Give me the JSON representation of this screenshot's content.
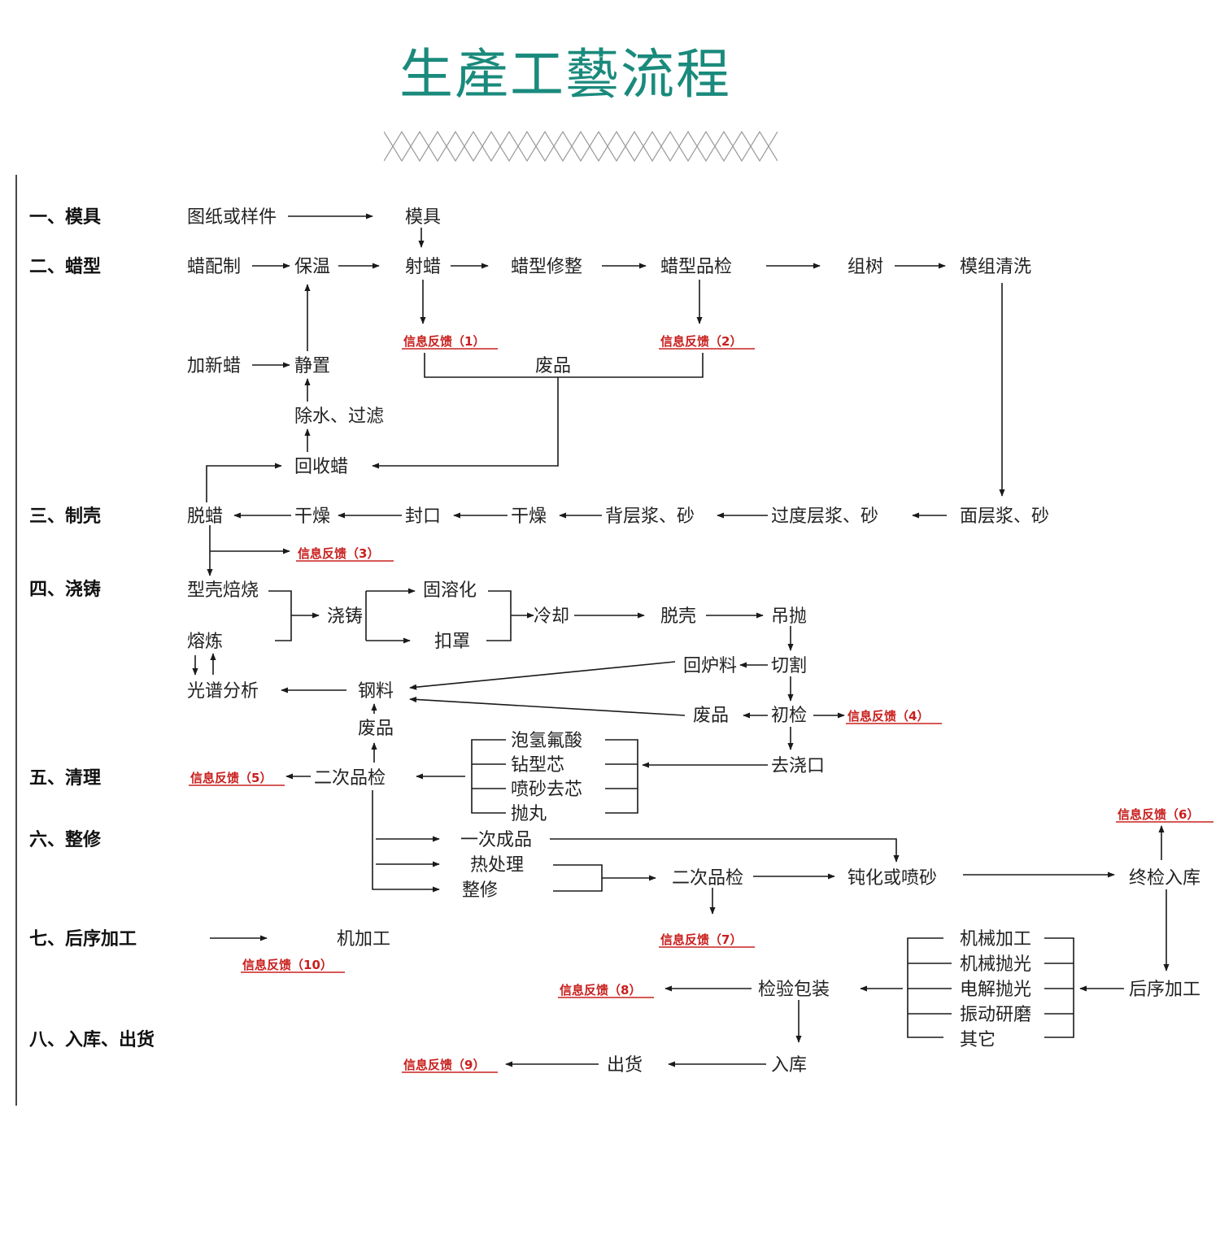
{
  "title": "生產工藝流程",
  "colors": {
    "title": "#1a8a7c",
    "feedback": "#c8201e",
    "line": "#1a1a1a",
    "text": "#222222"
  },
  "sections": [
    {
      "id": "s1",
      "label": "一、模具"
    },
    {
      "id": "s2",
      "label": "二、蜡型"
    },
    {
      "id": "s3",
      "label": "三、制壳"
    },
    {
      "id": "s4",
      "label": "四、浇铸"
    },
    {
      "id": "s5",
      "label": "五、清理"
    },
    {
      "id": "s6",
      "label": "六、整修"
    },
    {
      "id": "s7",
      "label": "七、后序加工"
    },
    {
      "id": "s8",
      "label": "八、入库、出货"
    }
  ],
  "nodes": [
    {
      "id": "drawing",
      "label": "图纸或样件"
    },
    {
      "id": "mold",
      "label": "模具"
    },
    {
      "id": "waxmix",
      "label": "蜡配制"
    },
    {
      "id": "keepwarm",
      "label": "保温"
    },
    {
      "id": "inject",
      "label": "射蜡"
    },
    {
      "id": "trim",
      "label": "蜡型修整"
    },
    {
      "id": "waxcheck",
      "label": "蜡型品检"
    },
    {
      "id": "assemble",
      "label": "组树"
    },
    {
      "id": "clean",
      "label": "模组清洗"
    },
    {
      "id": "addwax",
      "label": "加新蜡"
    },
    {
      "id": "settle",
      "label": "静置"
    },
    {
      "id": "reject1",
      "label": "废品"
    },
    {
      "id": "dewater",
      "label": "除水、过滤"
    },
    {
      "id": "recycle",
      "label": "回收蜡"
    },
    {
      "id": "dewax",
      "label": "脱蜡"
    },
    {
      "id": "dry1",
      "label": "干燥"
    },
    {
      "id": "seal",
      "label": "封口"
    },
    {
      "id": "dry2",
      "label": "干燥"
    },
    {
      "id": "backcoat",
      "label": "背层浆、砂"
    },
    {
      "id": "transcoat",
      "label": "过度层浆、砂"
    },
    {
      "id": "facecoat",
      "label": "面层浆、砂"
    },
    {
      "id": "roast",
      "label": "型壳焙烧"
    },
    {
      "id": "melt",
      "label": "熔炼"
    },
    {
      "id": "pour",
      "label": "浇铸"
    },
    {
      "id": "solution",
      "label": "固溶化"
    },
    {
      "id": "cover",
      "label": "扣罩"
    },
    {
      "id": "cool",
      "label": "冷却"
    },
    {
      "id": "shell",
      "label": "脱壳"
    },
    {
      "id": "hang",
      "label": "吊抛"
    },
    {
      "id": "cut",
      "label": "切割"
    },
    {
      "id": "returnmat",
      "label": "回炉料"
    },
    {
      "id": "steel",
      "label": "钢料"
    },
    {
      "id": "spectral",
      "label": "光谱分析"
    },
    {
      "id": "firstcheck",
      "label": "初检"
    },
    {
      "id": "reject2",
      "label": "废品"
    },
    {
      "id": "reject3",
      "label": "废品"
    },
    {
      "id": "gate",
      "label": "去浇口"
    },
    {
      "id": "acid",
      "label": "泡氢氟酸"
    },
    {
      "id": "drillcore",
      "label": "钻型芯"
    },
    {
      "id": "sandcore",
      "label": "喷砂去芯"
    },
    {
      "id": "shot",
      "label": "抛丸"
    },
    {
      "id": "secondcheck",
      "label": "二次品检"
    },
    {
      "id": "firstprod",
      "label": "一次成品"
    },
    {
      "id": "heat",
      "label": "热处理"
    },
    {
      "id": "repair",
      "label": "整修"
    },
    {
      "id": "secondcheck2",
      "label": "二次品检"
    },
    {
      "id": "passivate",
      "label": "钝化或喷砂"
    },
    {
      "id": "finalcheck",
      "label": "终检入库"
    },
    {
      "id": "machining",
      "label": "机加工"
    },
    {
      "id": "postproc",
      "label": "后序加工"
    },
    {
      "id": "mechwork",
      "label": "机械加工"
    },
    {
      "id": "mechpolish",
      "label": "机械抛光"
    },
    {
      "id": "elecpolish",
      "label": "电解抛光"
    },
    {
      "id": "vibgrind",
      "label": "振动研磨"
    },
    {
      "id": "other",
      "label": "其它"
    },
    {
      "id": "inspectpack",
      "label": "检验包装"
    },
    {
      "id": "store",
      "label": "入库"
    },
    {
      "id": "ship",
      "label": "出货"
    }
  ],
  "feedback": [
    {
      "id": "fb1",
      "label": "信息反馈（1）"
    },
    {
      "id": "fb2",
      "label": "信息反馈（2）"
    },
    {
      "id": "fb3",
      "label": "信息反馈（3）"
    },
    {
      "id": "fb4",
      "label": "信息反馈（4）"
    },
    {
      "id": "fb5",
      "label": "信息反馈（5）"
    },
    {
      "id": "fb6",
      "label": "信息反馈（6）"
    },
    {
      "id": "fb7",
      "label": "信息反馈（7）"
    },
    {
      "id": "fb8",
      "label": "信息反馈（8）"
    },
    {
      "id": "fb9",
      "label": "信息反馈（9）"
    },
    {
      "id": "fb10",
      "label": "信息反馈（10）"
    }
  ]
}
